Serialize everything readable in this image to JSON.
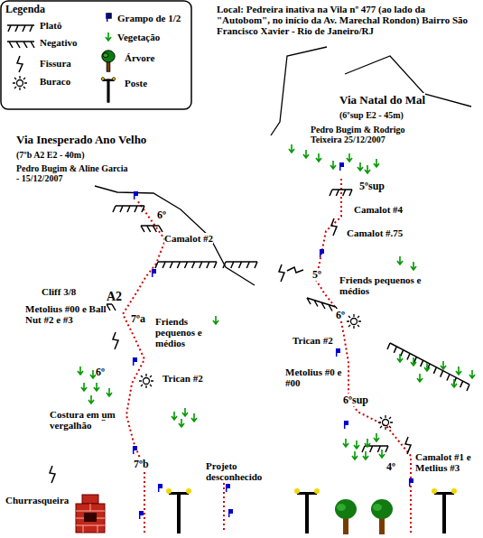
{
  "diagram": {
    "labels": [
      "Legenda",
      "Local: Pedreira inativa na Vila  nº 477  (ao lado da \"Autobom\", no início da Av. Marechal Rondon) Bairro São Francisco Xavier - Rio de Janeiro/RJ",
      "Via Inesperado Ano Velho",
      "(7ºb A2 E2 - 40m)",
      "Pedro Bugim & Aline Garcia - 15/12/2007",
      "Via Natal do Mal",
      "(6ºsup E2 - 45m)",
      "Pedro Bugim & Rodrigo Teixeira 25/12/2007",
      "6º",
      "Camalot #2",
      "5ºsup",
      "Camalot #4",
      "Camalot #.75",
      "5º",
      "Friends pequenos e médios",
      "Cliff 3/8",
      "A2",
      "Metolius #00 e Ball Nut #2 e #3",
      "7ºa",
      "Friends pequenos e médios",
      "6º",
      "Trican #2",
      "Metolius #0 e #00",
      "6º",
      "Trican #2",
      "6ºsup",
      "5º",
      "Costura em um vergalhão",
      "Camalot #1 e Metlius #3",
      "4º",
      "7ºb",
      "Projeto desconhecido",
      "Churrasqueira"
    ],
    "legend": [
      {
        "text": "Platô"
      },
      {
        "text": "Grampo de 1/2"
      },
      {
        "text": "Negativo"
      },
      {
        "text": "Vegetação"
      },
      {
        "text": "Fissura"
      },
      {
        "text": "Árvore"
      },
      {
        "text": "Buraco"
      },
      {
        "text": "Poste"
      }
    ]
  }
}
